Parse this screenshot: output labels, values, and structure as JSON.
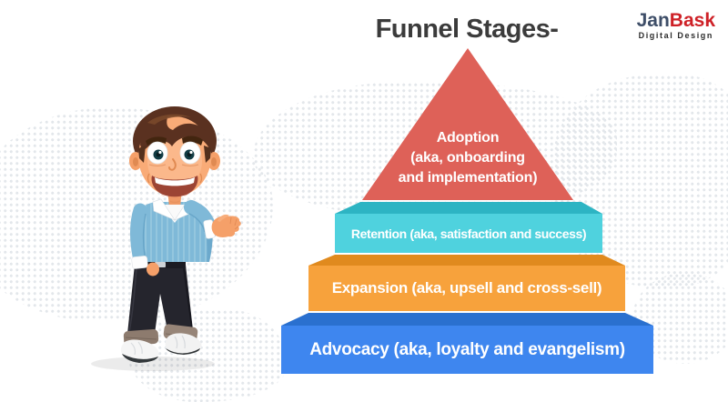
{
  "header": {
    "title": "Funnel Stages-",
    "logo": {
      "jan": "Jan",
      "bask": "Bask",
      "subtitle": "Digital Design"
    }
  },
  "funnel": {
    "stages": [
      {
        "id": "adoption",
        "shape": "triangle",
        "lines": [
          "Adoption",
          "(aka, onboarding",
          "and implementation)"
        ],
        "color": "#DE6158"
      },
      {
        "id": "retention",
        "shape": "step",
        "label": "Retention (aka, satisfaction and success)",
        "face_color": "#4FD2DE",
        "bevel_color": "#2DB4C3"
      },
      {
        "id": "expansion",
        "shape": "step",
        "label": "Expansion (aka, upsell and cross-sell)",
        "face_color": "#F7A23C",
        "bevel_color": "#E08A1E"
      },
      {
        "id": "advocacy",
        "shape": "step",
        "label": "Advocacy (aka, loyalty and evangelism)",
        "face_color": "#3E86EF",
        "bevel_color": "#2A70CF"
      }
    ]
  },
  "colors": {
    "background": "#FFFFFF",
    "map_dots": "#E3E7EB",
    "title_text": "#3B3B3B",
    "stage_text": "#FFFFFF",
    "logo_jan": "#3E4E68",
    "logo_bask": "#CE2127",
    "logo_subtitle": "#2B2B2B"
  },
  "icons": {
    "character": "presenter-cartoon-man"
  }
}
